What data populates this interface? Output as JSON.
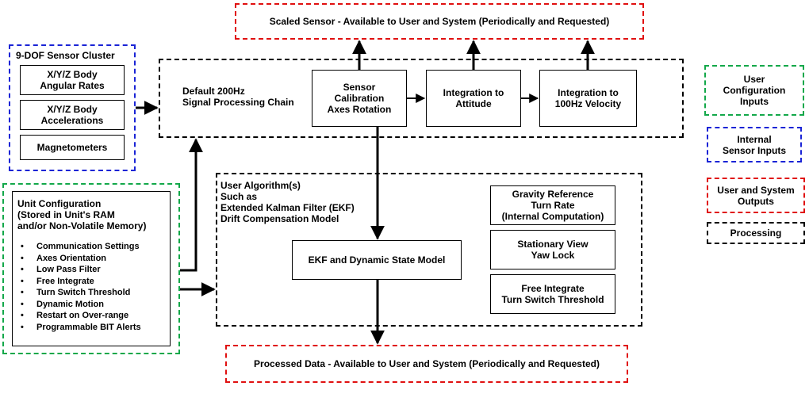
{
  "scaled_sensor": "Scaled Sensor - Available to User and System (Periodically and Requested)",
  "processed_data": "Processed Data - Available to User and System (Periodically and Requested)",
  "sensor_cluster": {
    "title": "9-DOF Sensor Cluster",
    "items": [
      "X/Y/Z Body\nAngular Rates",
      "X/Y/Z Body\nAccelerations",
      "Magnetometers"
    ]
  },
  "processing_chain": {
    "label": "Default 200Hz\nSignal Processing Chain",
    "blocks": [
      "Sensor\nCalibration\nAxes Rotation",
      "Integration to\nAttitude",
      "Integration to\n100Hz Velocity"
    ]
  },
  "unit_config": {
    "title": "Unit Configuration\n(Stored in Unit's RAM\nand/or Non-Volatile Memory)",
    "items": [
      "Communication Settings",
      "Axes Orientation",
      "Low Pass Filter",
      "Free Integrate",
      "Turn Switch Threshold",
      "Dynamic Motion",
      "Restart on Over-range",
      "Programmable BIT Alerts"
    ]
  },
  "user_algorithm": {
    "label": "User Algorithm(s)\nSuch as\nExtended Kalman Filter (EKF)\nDrift Compensation Model",
    "ekf_block": "EKF and Dynamic State Model",
    "side_blocks": [
      "Gravity Reference\nTurn Rate\n(Internal Computation)",
      "Stationary View\nYaw Lock",
      "Free Integrate\nTurn Switch Threshold"
    ]
  },
  "legend": {
    "items": [
      {
        "label": "User\nConfiguration\nInputs",
        "color": "#13a84a"
      },
      {
        "label": "Internal\nSensor Inputs",
        "color": "#1a24d6"
      },
      {
        "label": "User and System\nOutputs",
        "color": "#e01010"
      },
      {
        "label": "Processing",
        "color": "#000000"
      }
    ]
  }
}
